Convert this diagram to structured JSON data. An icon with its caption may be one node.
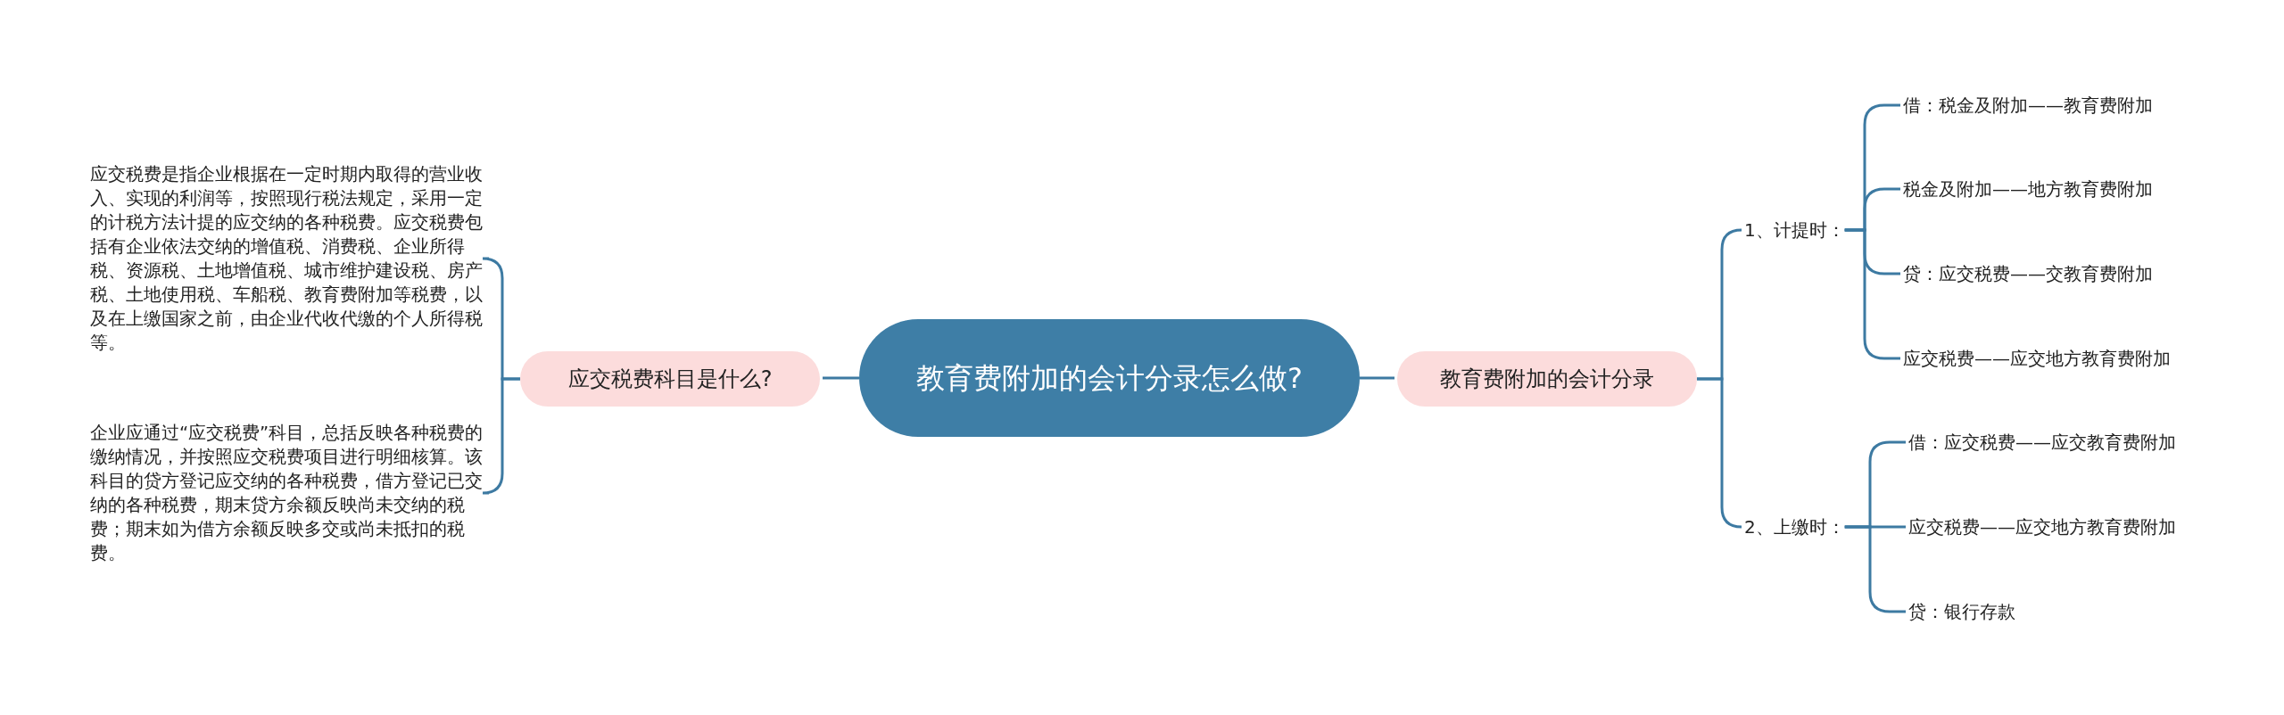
{
  "diagram": {
    "nodes": [
      {
        "text": [
          "教育费附加的会计分录怎么做?"
        ]
      },
      {
        "text": [
          "应交税费科目是什么?"
        ]
      },
      {
        "text": [
          "应交税费是指企业根据在一定时期内取得的营业收入、实现的利润等，按照现行税法规定，采用一定的计税方法计提的应交纳的各种税费。应交税费包括有企业依法交纳的增值税、消费税、企业所得税、资源税、土地增值税、城市维护建设税、房产税、土地使用税、车船税、教育费附加等税费，以及在上缴国家之前，由企业代收代缴的个人所得税等。"
        ]
      },
      {
        "text": [
          "企业应通过“应交税费”科目，总括反映各种税费的缴纳情况，并按照应交税费项目进行明细核算。该科目的贷方登记应交纳的各种税费，借方登记已交纳的各种税费，期末贷方余额反映尚未交纳的税费；期末如为借方余额反映多交或尚未抵扣的税费。"
        ]
      },
      {
        "text": [
          "教育费附加的会计分录"
        ]
      },
      {
        "text": [
          "1、计提时："
        ]
      },
      {
        "text": [
          "借：税金及附加——教育费附加"
        ]
      },
      {
        "text": [
          "税金及附加——地方教育费附加"
        ]
      },
      {
        "text": [
          "贷：应交税费——交教育费附加"
        ]
      },
      {
        "text": [
          "应交税费——应交地方教育费附加"
        ]
      },
      {
        "text": [
          "2、上缴时："
        ]
      },
      {
        "text": [
          "借：应交税费——应交教育费附加"
        ]
      },
      {
        "text": [
          "应交税费——应交地方教育费附加"
        ]
      },
      {
        "text": [
          "贷：银行存款"
        ]
      }
    ],
    "edges": [
      {
        "from": 0,
        "to": 1,
        "arrow": "none"
      },
      {
        "from": 1,
        "to": 2,
        "arrow": "none"
      },
      {
        "from": 1,
        "to": 3,
        "arrow": "none"
      },
      {
        "from": 0,
        "to": 4,
        "arrow": "none"
      },
      {
        "from": 4,
        "to": 5,
        "arrow": "none"
      },
      {
        "from": 5,
        "to": 6,
        "arrow": "none"
      },
      {
        "from": 5,
        "to": 7,
        "arrow": "none"
      },
      {
        "from": 5,
        "to": 8,
        "arrow": "none"
      },
      {
        "from": 5,
        "to": 9,
        "arrow": "none"
      },
      {
        "from": 4,
        "to": 10,
        "arrow": "none"
      },
      {
        "from": 10,
        "to": 11,
        "arrow": "none"
      },
      {
        "from": 10,
        "to": 12,
        "arrow": "none"
      },
      {
        "from": 10,
        "to": 13,
        "arrow": "none"
      }
    ]
  }
}
